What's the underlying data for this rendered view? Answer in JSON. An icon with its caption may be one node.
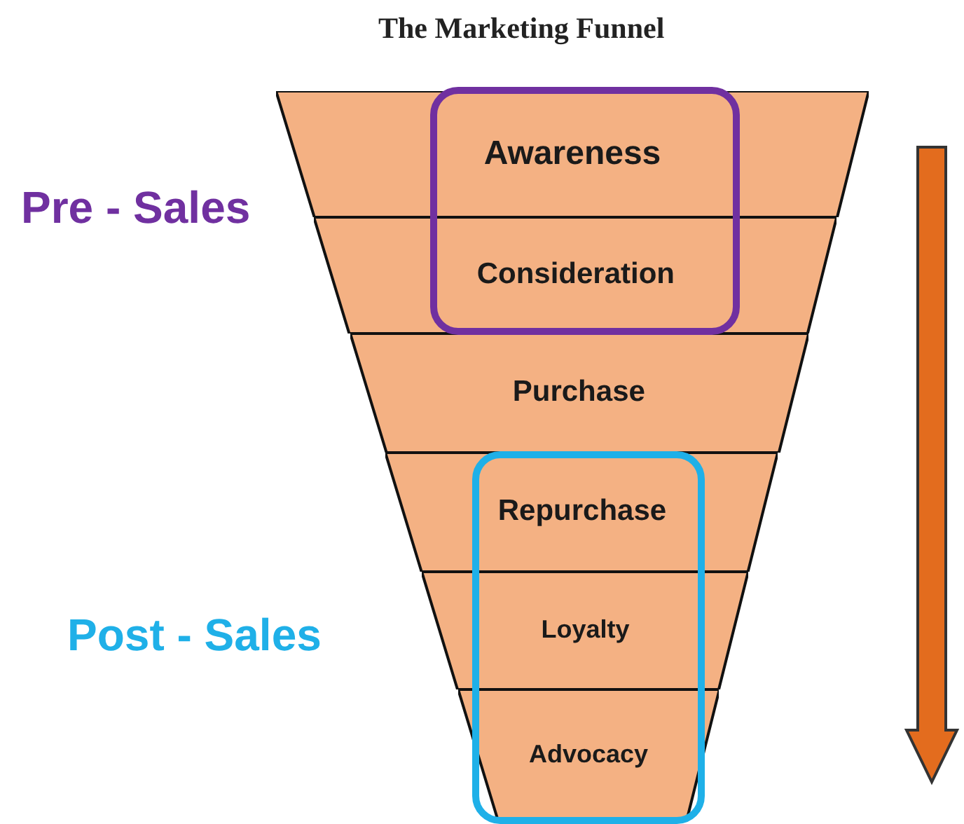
{
  "diagram": {
    "title": "The Marketing Funnel",
    "nodes": [
      {
        "text": [
          "Awareness"
        ]
      },
      {
        "text": [
          "Consideration"
        ]
      },
      {
        "text": [
          "Purchase"
        ]
      },
      {
        "text": [
          "Repurchase"
        ]
      },
      {
        "text": [
          "Loyalty"
        ]
      },
      {
        "text": [
          "Advocacy"
        ]
      },
      {
        "text": [],
        "shape": "box"
      },
      {
        "text": [],
        "shape": "box"
      }
    ],
    "edges": [],
    "labels": [
      "Pre - Sales",
      "Post - Sales"
    ]
  }
}
